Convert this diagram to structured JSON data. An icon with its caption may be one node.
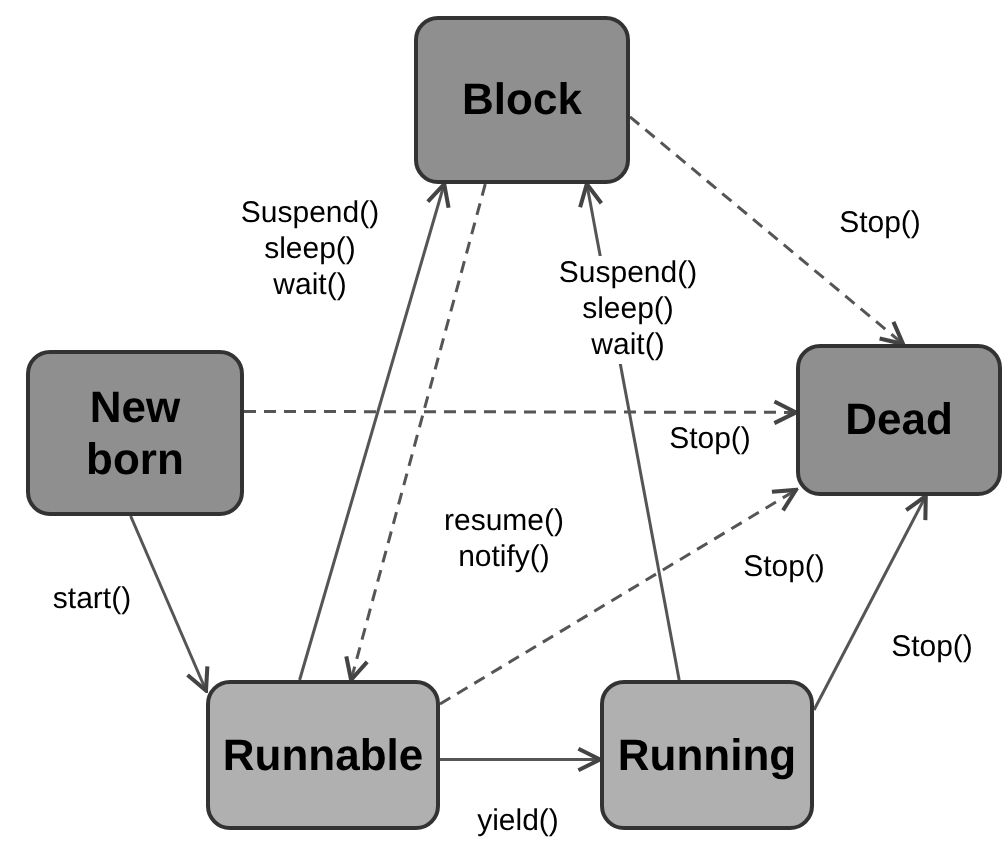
{
  "diagram": {
    "nodes": [
      {
        "text": [
          "Block"
        ]
      },
      {
        "text": [
          "New born"
        ]
      },
      {
        "text": [
          "Dead"
        ]
      },
      {
        "text": [
          "Runnable"
        ]
      },
      {
        "text": [
          "Running"
        ]
      }
    ],
    "edges": [
      {
        "from": 3,
        "to": 0,
        "arrow": "to",
        "label": "Suspend() sleep() wait()"
      },
      {
        "from": 0,
        "to": 3,
        "arrow": "to",
        "label": "resume() notify()",
        "style": "dashed"
      },
      {
        "from": 4,
        "to": 0,
        "arrow": "to",
        "label": "Suspend() sleep() wait()"
      },
      {
        "from": 0,
        "to": 2,
        "arrow": "to",
        "label": "Stop()",
        "style": "dashed"
      },
      {
        "from": 1,
        "to": 2,
        "arrow": "to",
        "label": "Stop()",
        "style": "dashed"
      },
      {
        "from": 3,
        "to": 2,
        "arrow": "to",
        "label": "Stop()",
        "style": "dashed"
      },
      {
        "from": 4,
        "to": 2,
        "arrow": "to",
        "label": "Stop()"
      },
      {
        "from": 1,
        "to": 3,
        "arrow": "to",
        "label": "start()"
      },
      {
        "from": 3,
        "to": 4,
        "arrow": "to",
        "label": "yield()"
      }
    ]
  }
}
